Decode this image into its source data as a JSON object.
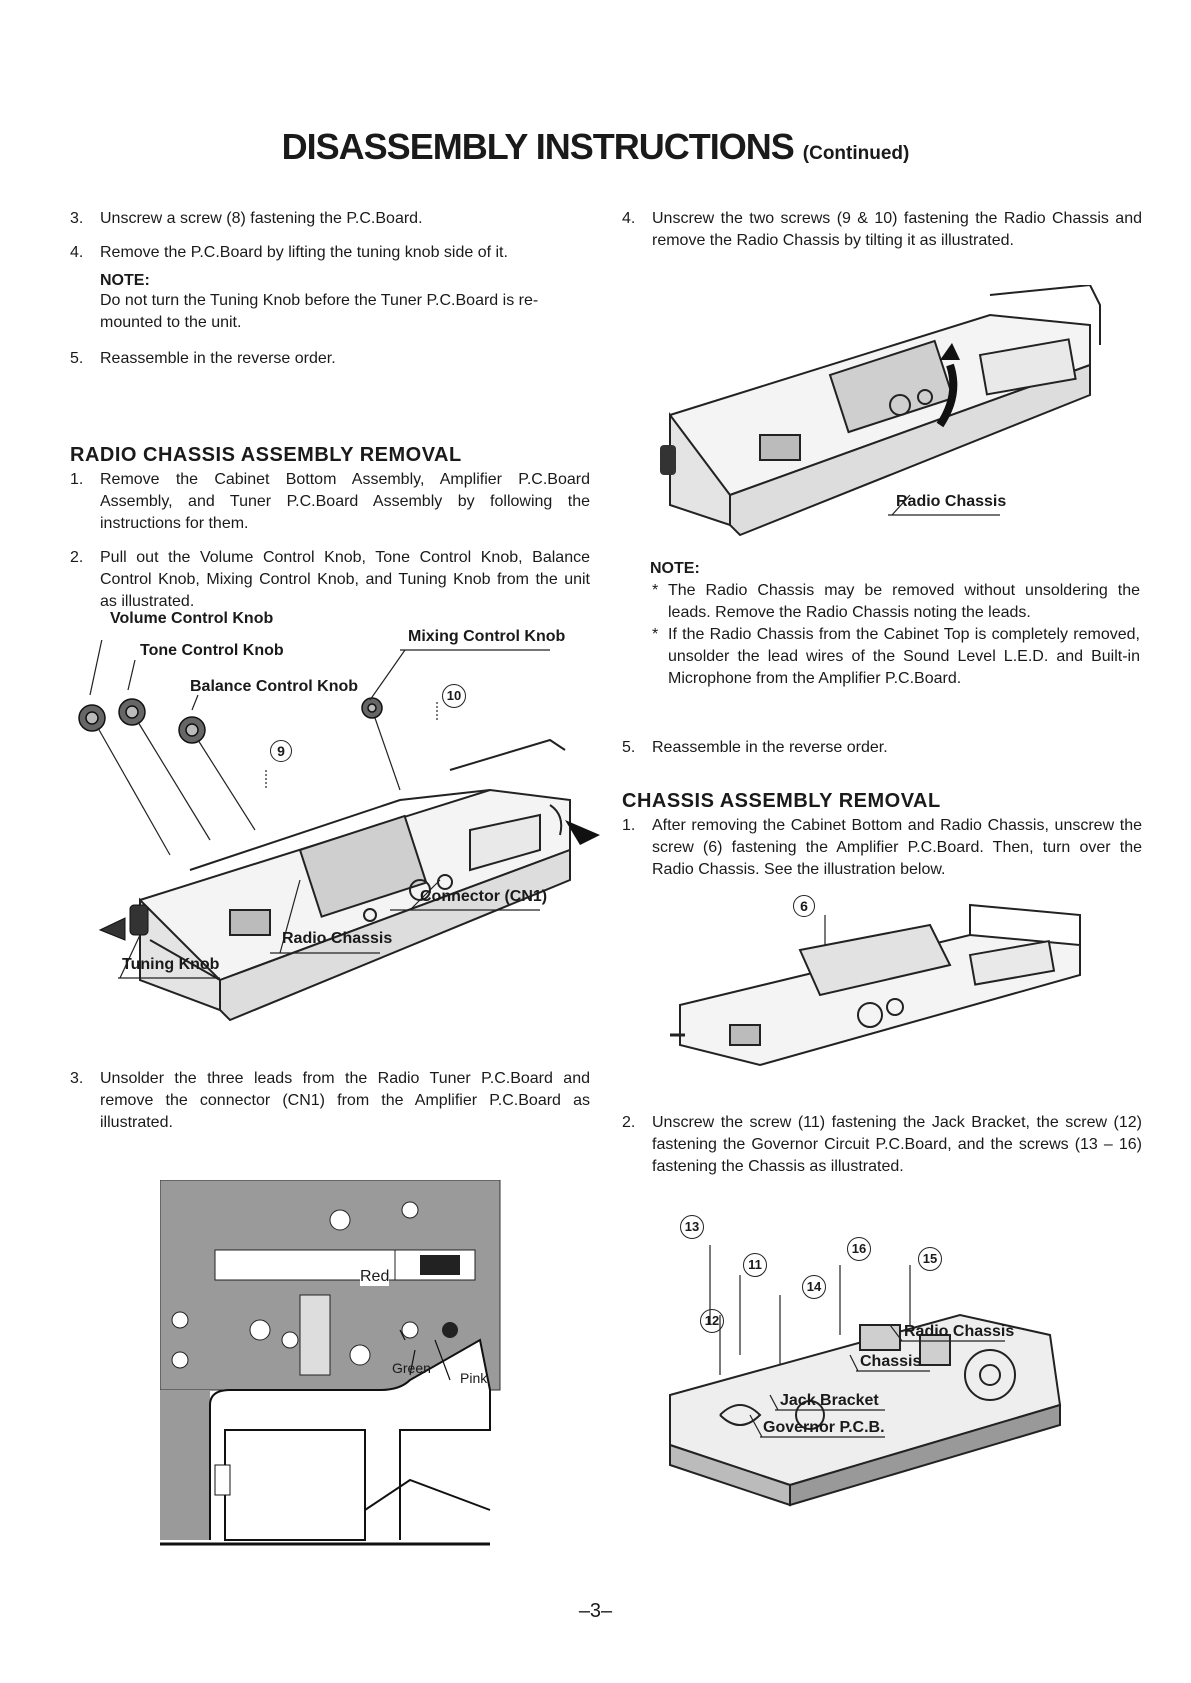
{
  "title": {
    "main": "DISASSEMBLY INSTRUCTIONS",
    "sub": "(Continued)"
  },
  "left": {
    "steps_top": [
      {
        "num": "3.",
        "text": "Unscrew a screw (8) fastening the P.C.Board."
      },
      {
        "num": "4.",
        "text": "Remove the P.C.Board by lifting the tuning knob side of it."
      }
    ],
    "note": {
      "heading": "NOTE:",
      "text": "Do not turn the Tuning Knob before the Tuner P.C.Board is re-mounted to the unit."
    },
    "step5": {
      "num": "5.",
      "text": "Reassemble in the reverse order."
    },
    "section": {
      "heading": "RADIO CHASSIS ASSEMBLY REMOVAL",
      "steps": [
        {
          "num": "1.",
          "text": "Remove the Cabinet Bottom Assembly, Amplifier P.C.Board Assembly, and Tuner P.C.Board Assembly by following the instructions for them."
        },
        {
          "num": "2.",
          "text": "Pull out the Volume Control Knob, Tone Control Knob, Balance Control Knob, Mixing Control Knob, and Tuning Knob from the unit as illustrated."
        }
      ]
    },
    "fig1_labels": {
      "volume": "Volume Control Knob",
      "tone": "Tone Control Knob",
      "balance": "Balance Control Knob",
      "mixing": "Mixing Control Knob",
      "screw9": "9",
      "screw10": "10",
      "connector": "Connector (CN1)",
      "radio_chassis": "Radio Chassis",
      "tuning": "Tuning Knob"
    },
    "step3b": {
      "num": "3.",
      "text": "Unsolder the three leads from the Radio Tuner P.C.Board and remove the connector (CN1) from the Amplifier P.C.Board as illustrated."
    },
    "fig2_labels": {
      "red": "Red",
      "green": "Green",
      "pink": "Pink"
    }
  },
  "right": {
    "step4": {
      "num": "4.",
      "text": "Unscrew the two screws (9 & 10) fastening the Radio Chassis and remove the Radio Chassis by tilting it as illustrated."
    },
    "fig3_labels": {
      "radio_chassis": "Radio Chassis"
    },
    "note": {
      "heading": "NOTE:",
      "bullets": [
        "The Radio Chassis may be removed without unsoldering the leads. Remove the Radio Chassis noting the leads.",
        "If the Radio Chassis from the Cabinet Top is completely removed, unsolder the lead wires of the Sound Level L.E.D. and Built-in Microphone from the Amplifier P.C.Board."
      ]
    },
    "step5": {
      "num": "5.",
      "text": "Reassemble in the reverse order."
    },
    "section": {
      "heading": "CHASSIS ASSEMBLY REMOVAL",
      "steps": [
        {
          "num": "1.",
          "text": "After removing the Cabinet Bottom and Radio Chassis, unscrew the screw (6) fastening the Amplifier P.C.Board. Then, turn over the Radio Chassis. See the illustration below."
        },
        {
          "num": "2.",
          "text": "Unscrew the screw (11) fastening the Jack Bracket, the screw (12) fastening the Governor Circuit P.C.Board, and the screws (13 – 16) fastening the Chassis as illustrated."
        }
      ]
    },
    "fig4_labels": {
      "screw6": "6"
    },
    "fig5_labels": {
      "s13": "13",
      "s11": "11",
      "s16": "16",
      "s15": "15",
      "s14": "14",
      "s12": "12",
      "radio_chassis": "Radio Chassis",
      "chassis": "Chassis",
      "jack": "Jack Bracket",
      "governor": "Governor P.C.B."
    }
  },
  "page_number": "–3–"
}
